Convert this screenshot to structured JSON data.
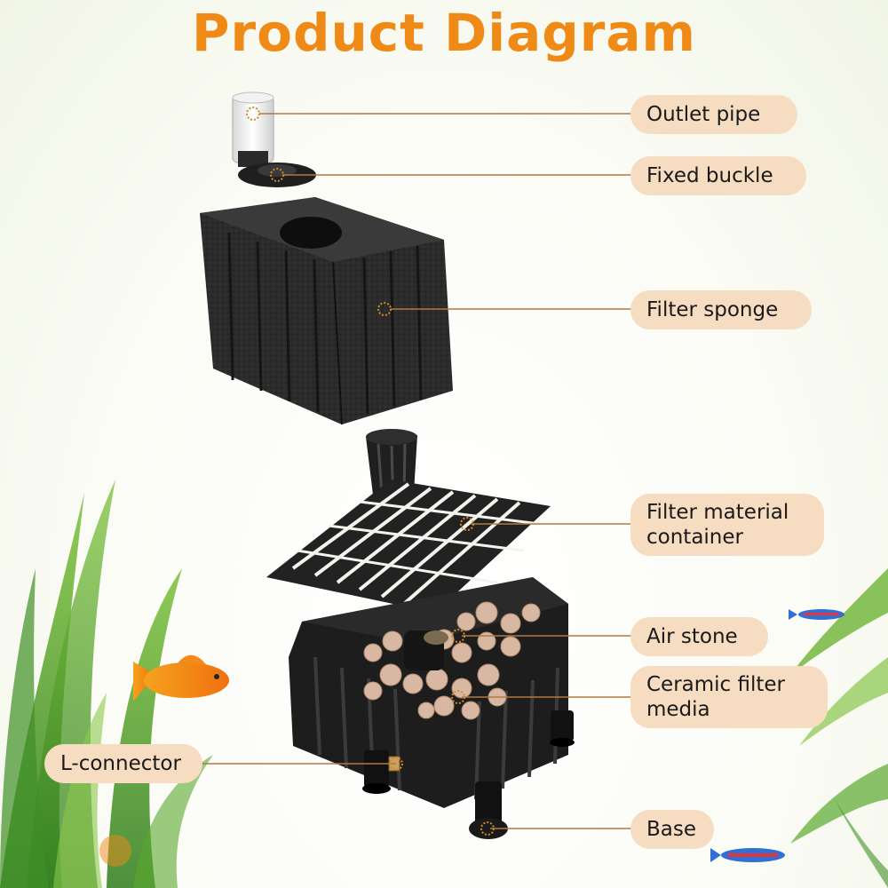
{
  "title": "Product Diagram",
  "colors": {
    "title": "#f08a17",
    "pill_background": "#f6dcc0",
    "leader_line": "#b07a40",
    "part_black": "#1f1f1f"
  },
  "labels": {
    "outlet_pipe": "Outlet pipe",
    "fixed_buckle": "Fixed buckle",
    "filter_sponge": "Filter sponge",
    "filter_material_container_line1": "Filter material",
    "filter_material_container_line2": "container",
    "air_stone": "Air stone",
    "ceramic_filter_media_line1": "Ceramic filter",
    "ceramic_filter_media_line2": "media",
    "l_connector": "L-connector",
    "base": "Base"
  }
}
